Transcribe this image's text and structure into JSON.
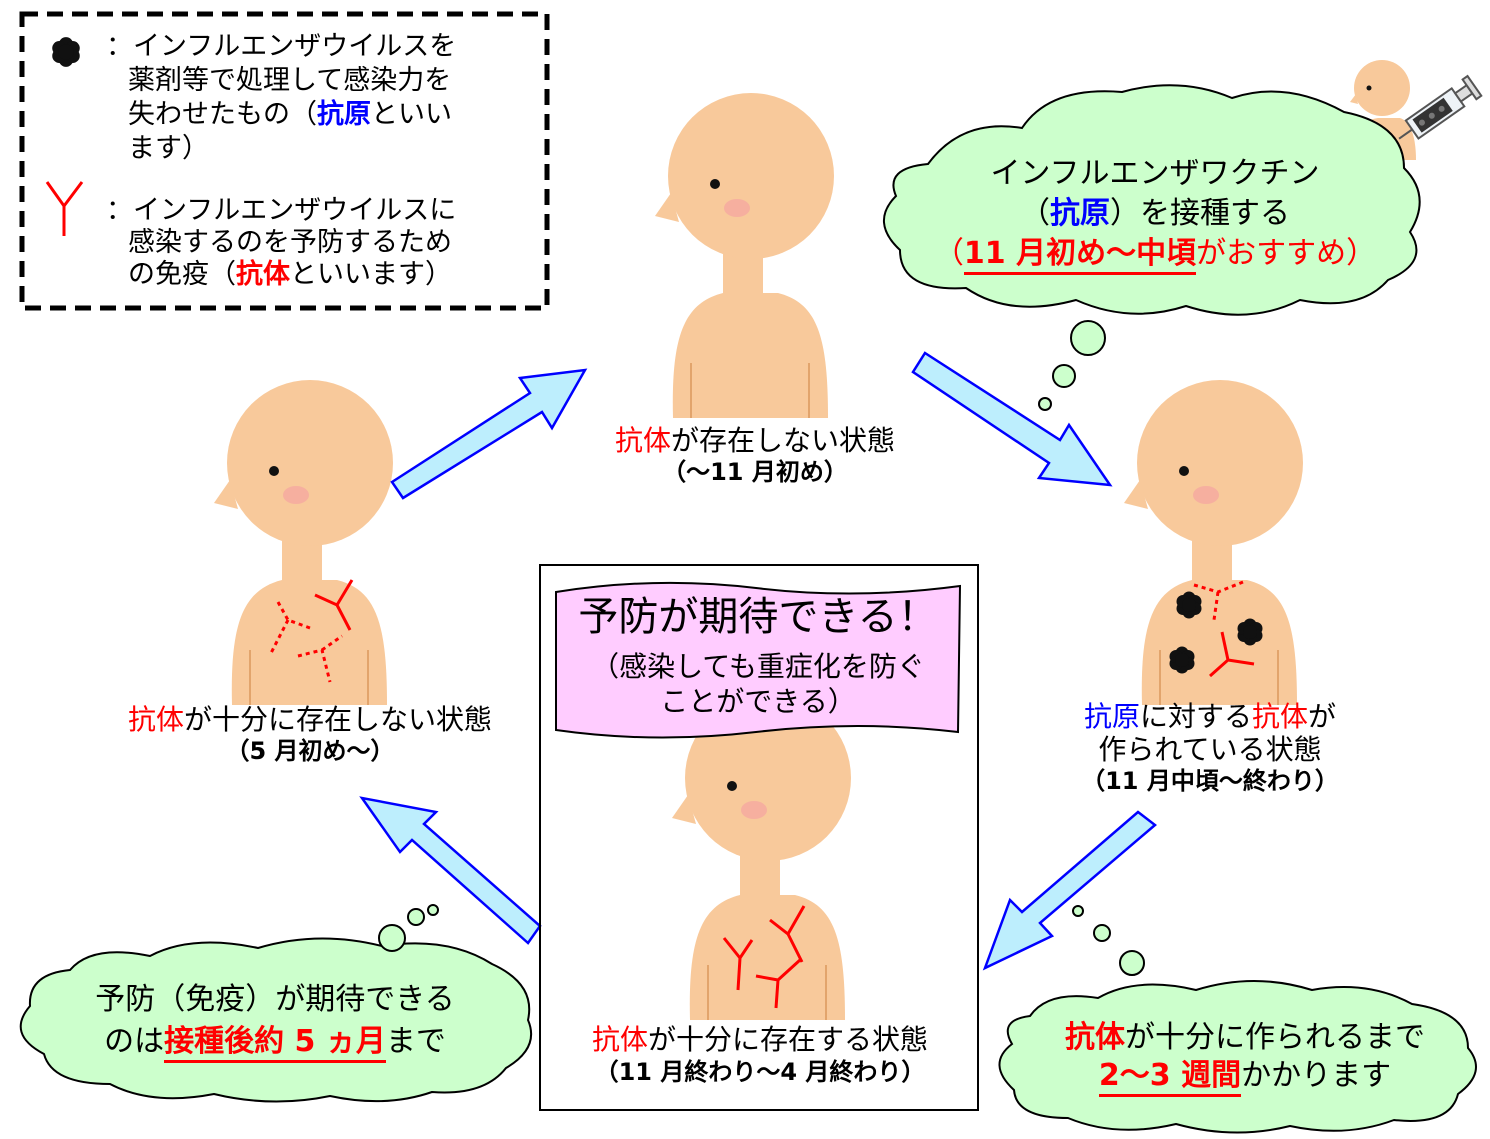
{
  "legend": {
    "antigen_line1": "：インフルエンザウイルスを",
    "antigen_line2": "薬剤等で処理して感染力を",
    "antigen_line3_a": "失わせたもの（",
    "antigen_line3_b": "抗原",
    "antigen_line3_c": "といい",
    "antigen_line4": "ます）",
    "antibody_line1": "：インフルエンザウイルスに",
    "antibody_line2": "感染するのを予防するため",
    "antibody_line3_a": "の免疫（",
    "antibody_line3_b": "抗体",
    "antibody_line3_c": "といいます）"
  },
  "states": {
    "top": {
      "lead": "抗体",
      "rest": "が存在しない状態",
      "period": "（～11 月初め）"
    },
    "right": {
      "lead1": "抗原",
      "mid": "に対する",
      "lead2": "抗体",
      "tail": "が",
      "line2": "作られている状態",
      "period": "（11 月中頃～終わり）"
    },
    "center": {
      "lead": "抗体",
      "rest": "が十分に存在する状態",
      "period": "（11 月終わり～4 月終わり）"
    },
    "left": {
      "lead": "抗体",
      "rest": "が十分に存在しない状態",
      "period": "（5 月初め～）"
    }
  },
  "banner": {
    "title": "予防が期待できる！",
    "sub1": "（感染しても重症化を防ぐ",
    "sub2": "ことができる）"
  },
  "clouds": {
    "vaccine": {
      "line1": "インフルエンザワクチン",
      "line2_a": "（",
      "line2_b": "抗原",
      "line2_c": "）を接種する",
      "line3_a": "（",
      "line3_b": "11 月初め～中頃",
      "line3_c": "がおすすめ）"
    },
    "weeks": {
      "line1_a": "抗体",
      "line1_b": "が十分に作られるまで",
      "line2_a": "2～3 週間",
      "line2_b": "かかります"
    },
    "months": {
      "line1": "予防（免疫）が期待できる",
      "line2_a": "のは",
      "line2_b": "接種後約 5 ヵ月",
      "line2_c": "まで"
    }
  },
  "colors": {
    "skin": "#f8c99b",
    "cheek": "#f5a9a0",
    "cloud": "#ccffcc",
    "banner": "#ffccff",
    "arrow_fill": "#bdeefd",
    "arrow_stroke": "#0000ff",
    "antibody": "#ff0000",
    "antigen_blue": "#0000ff"
  }
}
